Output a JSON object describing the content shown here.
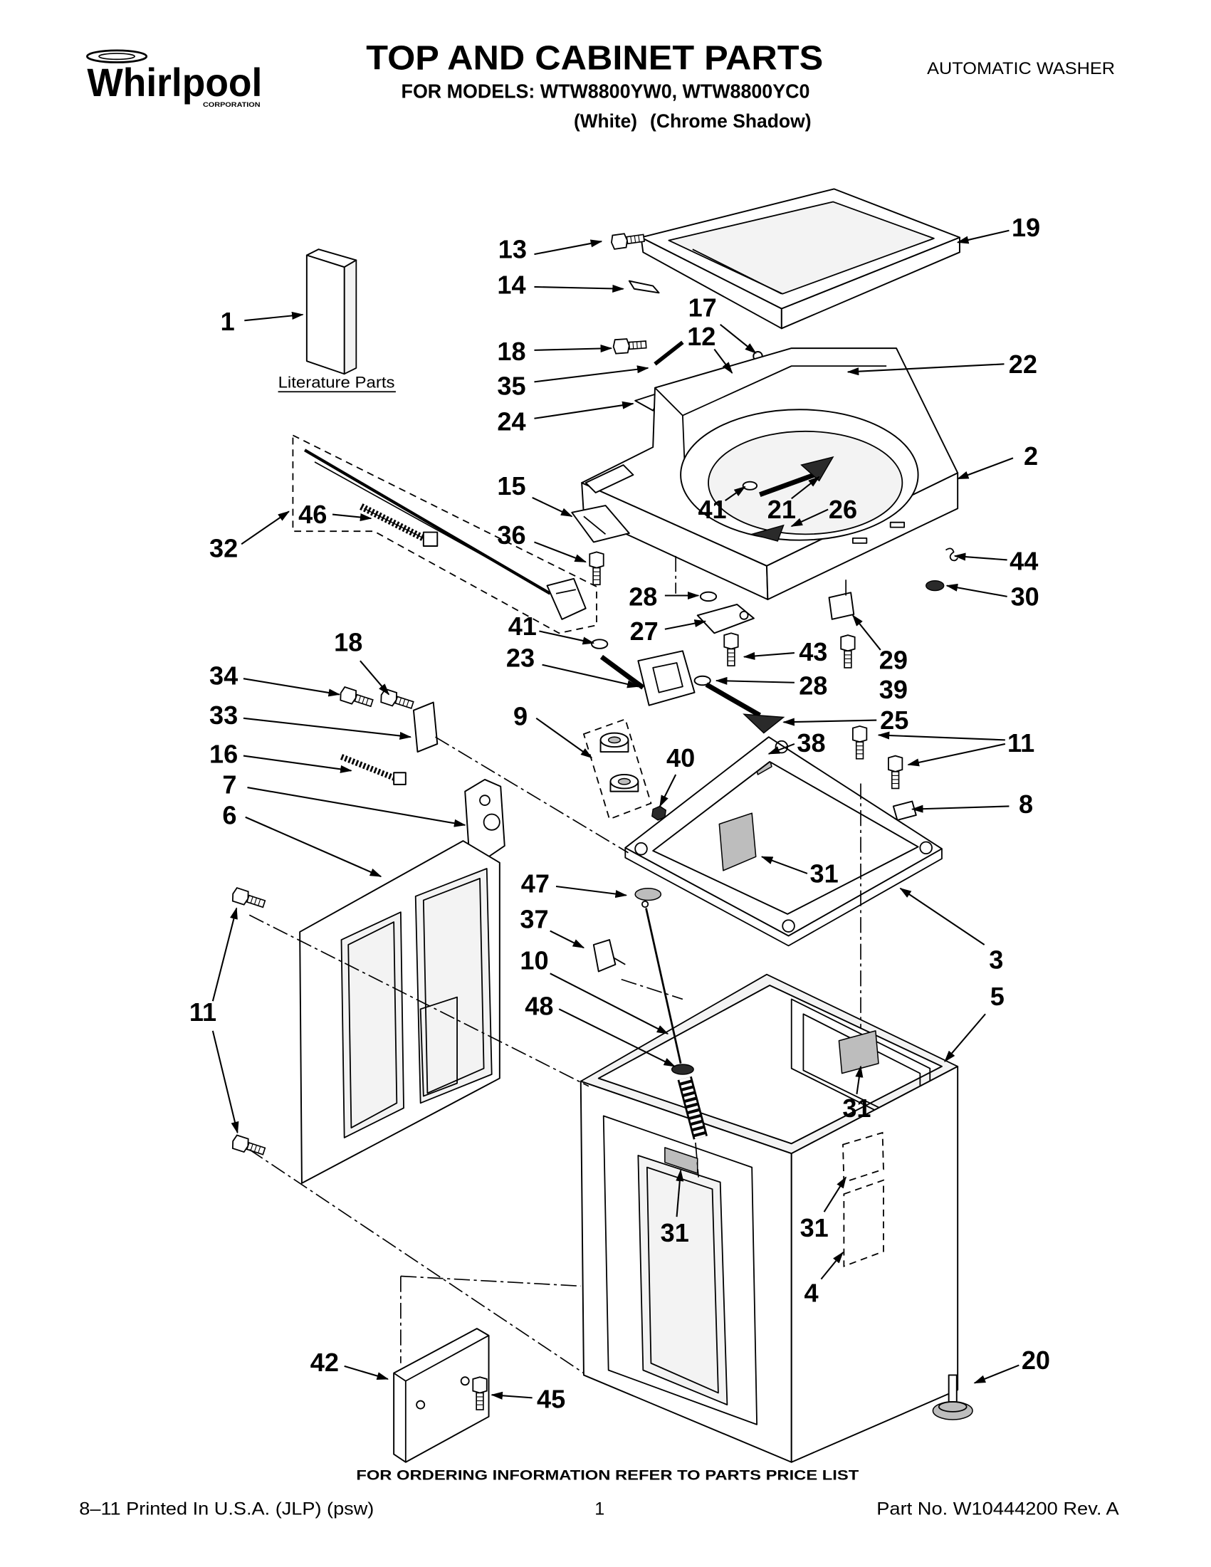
{
  "header": {
    "logo": {
      "brand": "Whirlpool",
      "sub": "CORPORATION"
    },
    "title": "TOP AND CABINET PARTS",
    "models": "FOR MODELS: WTW8800YW0, WTW8800YC0",
    "variant_white": "(White)",
    "variant_chrome": "(Chrome Shadow)",
    "product": "AUTOMATIC WASHER"
  },
  "diagram": {
    "literature_label": "Literature Parts",
    "callouts": [
      "1",
      "13",
      "14",
      "19",
      "17",
      "12",
      "18",
      "35",
      "22",
      "24",
      "2",
      "15",
      "41",
      "21",
      "26",
      "46",
      "32",
      "36",
      "44",
      "28",
      "30",
      "41",
      "27",
      "23",
      "43",
      "29",
      "39",
      "28",
      "25",
      "18",
      "34",
      "33",
      "9",
      "40",
      "38",
      "11",
      "16",
      "7",
      "8",
      "6",
      "31",
      "47",
      "37",
      "10",
      "3",
      "5",
      "11",
      "48",
      "31",
      "31",
      "31",
      "4",
      "42",
      "20",
      "45"
    ]
  },
  "footer": {
    "ordering": "FOR ORDERING INFORMATION REFER TO PARTS PRICE LIST",
    "printed": "8–11 Printed In U.S.A. (JLP) (psw)",
    "page": "1",
    "part_no": "Part No. W10444200 Rev. A"
  }
}
